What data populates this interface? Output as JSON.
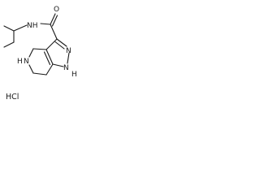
{
  "molecule": {
    "atoms": {
      "amide_nh": "NH",
      "carbonyl_o": "O",
      "pyrazole_n": "N",
      "pyrazole_nh_n": "N",
      "pyrazole_nh_h": "H",
      "ring_nh_n": "N",
      "ring_nh_h": "H"
    },
    "salt": "HCl"
  }
}
